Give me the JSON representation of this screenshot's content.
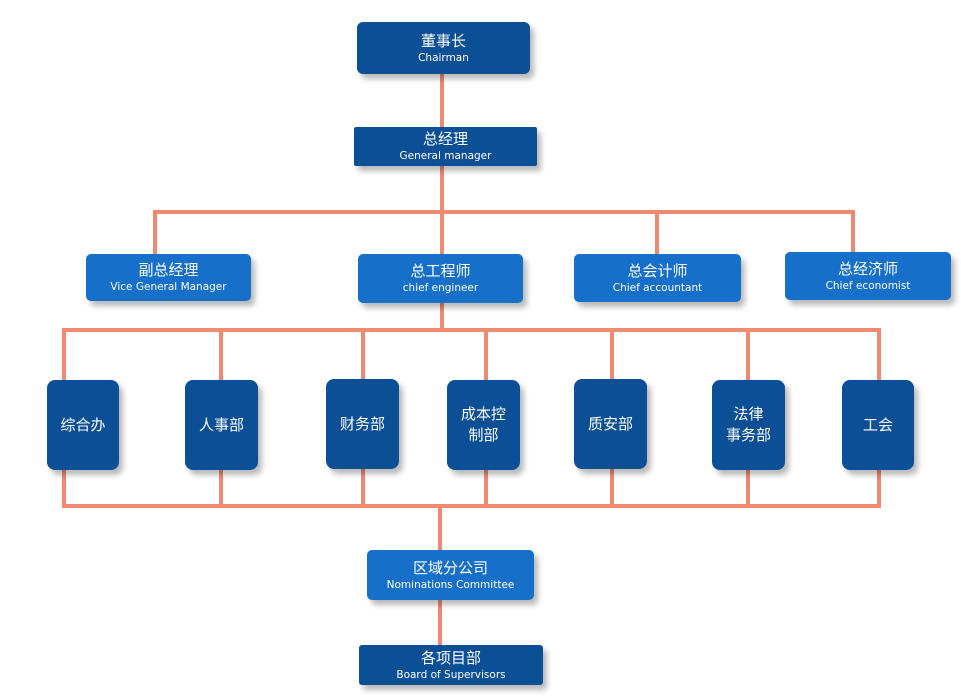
{
  "org": {
    "chairman": {
      "cn": "董事长",
      "en": "Chairman"
    },
    "general_manager": {
      "cn": "总经理",
      "en": "General manager"
    },
    "vice_general_manager": {
      "cn": "副总经理",
      "en": "Vice General Manager"
    },
    "chief_engineer": {
      "cn": "总工程师",
      "en": "chief engineer"
    },
    "chief_accountant": {
      "cn": "总会计师",
      "en": "Chief accountant"
    },
    "chief_economist": {
      "cn": "总经济师",
      "en": "Chief economist"
    },
    "departments": [
      {
        "cn": "综合办"
      },
      {
        "cn": "人事部"
      },
      {
        "cn": "财务部"
      },
      {
        "cn": "成本控\n制部"
      },
      {
        "cn": "质安部"
      },
      {
        "cn": "法律\n事务部"
      },
      {
        "cn": "工会"
      }
    ],
    "regional_branch": {
      "cn": "区域分公司",
      "en": "Nominations Committee"
    },
    "project_departments": {
      "cn": "各项目部",
      "en": "Board of Supervisors"
    }
  },
  "colors": {
    "box_dark": "#0b4f96",
    "box_bright": "#1670c9",
    "connector": "#ee8a72"
  }
}
